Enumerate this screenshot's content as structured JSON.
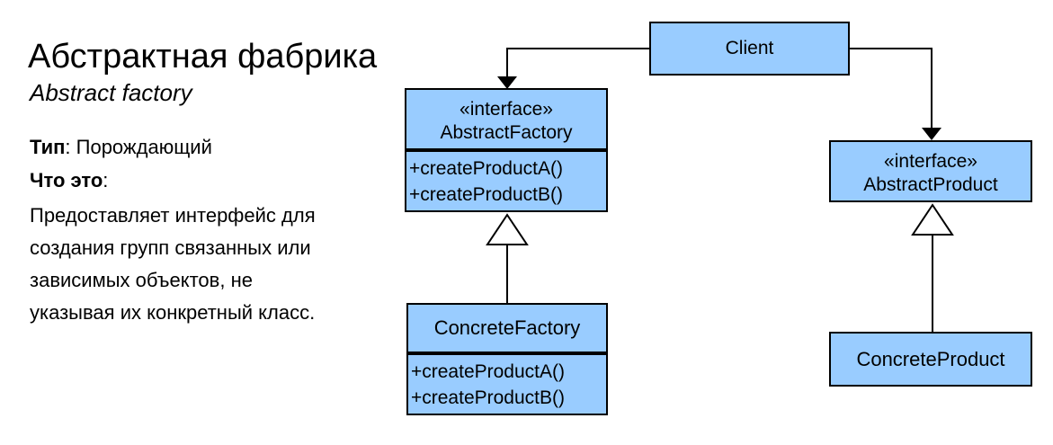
{
  "info": {
    "title": "Абстрактная фабрика",
    "subtitle": "Abstract factory",
    "type_label": "Тип",
    "type_rest": ": Порождающий",
    "what_label": "Что это",
    "what_rest": ":",
    "description_lines": [
      "Предоставляет интерфейс для",
      "создания групп связанных или",
      "зависимых объектов, не",
      "указывая их конкретный класс."
    ]
  },
  "diagram": {
    "client": {
      "title": "Client"
    },
    "abstract_factory": {
      "stereotype": "«interface»",
      "title": "AbstractFactory",
      "methods": [
        "+createProductA()",
        "+createProductB()"
      ]
    },
    "concrete_factory": {
      "title": "ConcreteFactory",
      "methods": [
        "+createProductA()",
        "+createProductB()"
      ]
    },
    "abstract_product": {
      "stereotype": "«interface»",
      "title": "AbstractProduct"
    },
    "concrete_product": {
      "title": "ConcreteProduct"
    },
    "relations": [
      {
        "from": "Client",
        "to": "AbstractFactory",
        "type": "directed-association"
      },
      {
        "from": "Client",
        "to": "AbstractProduct",
        "type": "directed-association"
      },
      {
        "from": "ConcreteFactory",
        "to": "AbstractFactory",
        "type": "generalization"
      },
      {
        "from": "ConcreteProduct",
        "to": "AbstractProduct",
        "type": "generalization"
      }
    ],
    "colors": {
      "box_fill": "#99CCFF",
      "box_border": "#000000",
      "line": "#000000",
      "background": "#FFFFFF"
    }
  }
}
